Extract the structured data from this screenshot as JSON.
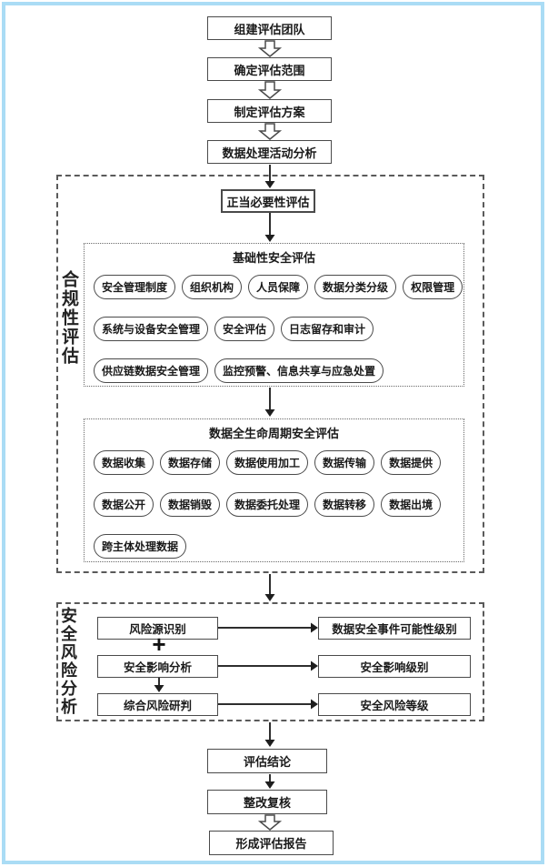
{
  "colors": {
    "frame": "#aadcf5",
    "line": "#4a4a4a",
    "text": "#1a1a1a"
  },
  "top_flow": {
    "steps": [
      {
        "label": "组建评估团队"
      },
      {
        "label": "确定评估范围"
      },
      {
        "label": "制定评估方案"
      },
      {
        "label": "数据处理活动分析"
      }
    ]
  },
  "compliance": {
    "side_label": "合规性评估",
    "entry_box": {
      "label": "正当必要性评估"
    },
    "basic": {
      "title": "基础性安全评估",
      "row1": [
        "安全管理制度",
        "组织机构",
        "人员保障",
        "数据分类分级",
        "权限管理"
      ],
      "row2": [
        "系统与设备安全管理",
        "安全评估",
        "日志留存和审计"
      ],
      "row3": [
        "供应链数据安全管理",
        "监控预警、信息共享与应急处置"
      ]
    },
    "lifecycle": {
      "title": "数据全生命周期安全评估",
      "row1": [
        "数据收集",
        "数据存储",
        "数据使用加工",
        "数据传输",
        "数据提供"
      ],
      "row2": [
        "数据公开",
        "数据销毁",
        "数据委托处理",
        "数据转移",
        "数据出境"
      ],
      "row3": [
        "跨主体处理数据"
      ]
    }
  },
  "risk": {
    "side_label": "安全风险分析",
    "plus": "+",
    "rows": [
      {
        "left": "风险源识别",
        "right": "数据安全事件可能性级别"
      },
      {
        "left": "安全影响分析",
        "right": "安全影响级别"
      },
      {
        "left": "综合风险研判",
        "right": "安全风险等级"
      }
    ]
  },
  "bottom_flow": {
    "steps": [
      {
        "label": "评估结论"
      },
      {
        "label": "整改复核"
      },
      {
        "label": "形成评估报告"
      }
    ]
  }
}
